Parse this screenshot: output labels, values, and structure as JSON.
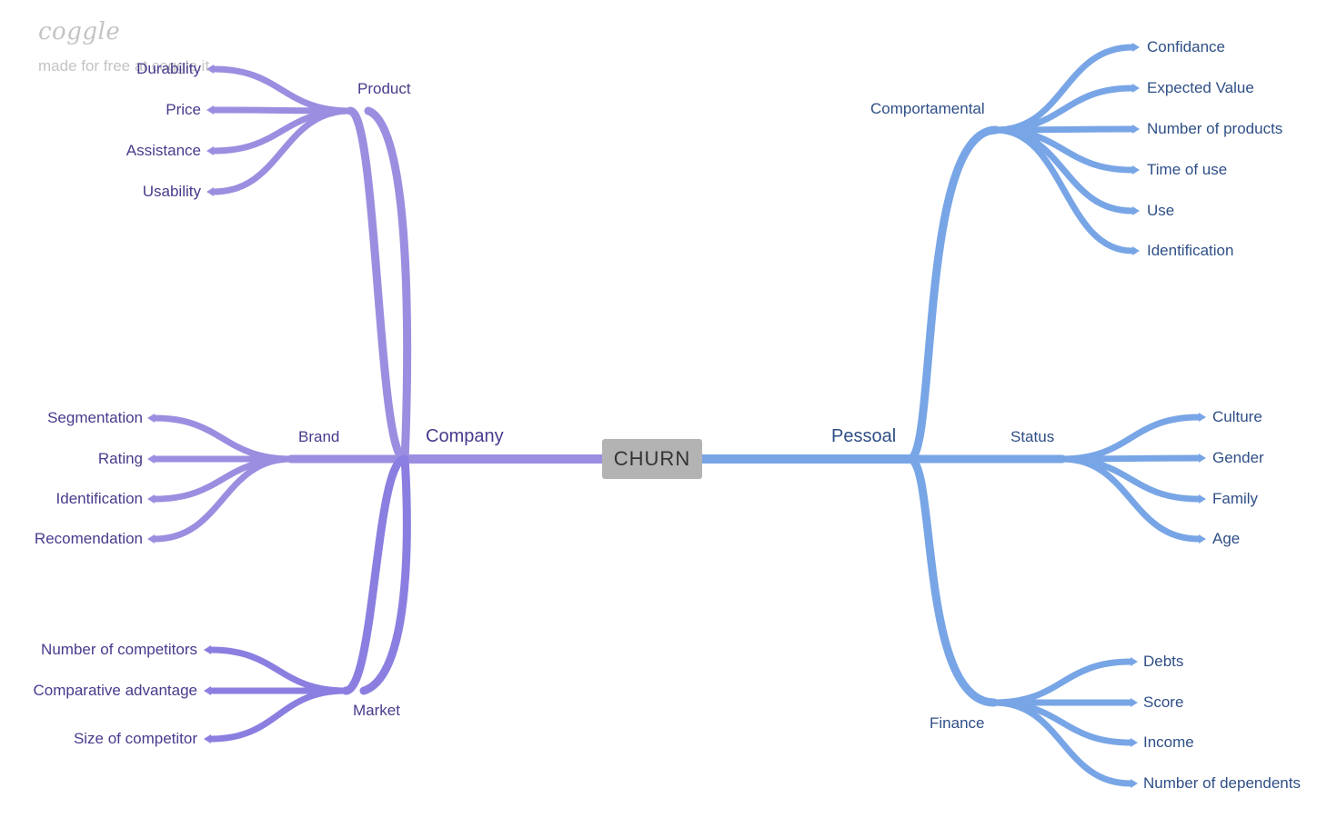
{
  "brand": {
    "logo": "coggle",
    "tagline": "made for free at coggle.it"
  },
  "root": {
    "label": "CHURN"
  },
  "colors": {
    "left": "#9b8ee0",
    "left_dark": "#8a7fe0",
    "right": "#78a5e6",
    "right_dark": "#6f9fe6",
    "root_bg": "#b3b3b3"
  },
  "left": {
    "label": "Company",
    "branches": [
      {
        "label": "Product",
        "children": [
          "Durability",
          "Price",
          "Assistance",
          "Usability"
        ]
      },
      {
        "label": "Brand",
        "children": [
          "Segmentation",
          "Rating",
          "Identification",
          "Recomendation"
        ]
      },
      {
        "label": "Market",
        "children": [
          "Number of competitors",
          "Comparative advantage",
          "Size of competitor"
        ]
      }
    ]
  },
  "right": {
    "label": "Pessoal",
    "branches": [
      {
        "label": "Comportamental",
        "children": [
          "Confidance",
          "Expected Value",
          "Number of products",
          "Time of use",
          "Use",
          "Identification"
        ]
      },
      {
        "label": "Status",
        "children": [
          "Culture",
          "Gender",
          "Family",
          "Age"
        ]
      },
      {
        "label": "Finance",
        "children": [
          "Debts",
          "Score",
          "Income",
          "Number of dependents"
        ]
      }
    ]
  }
}
